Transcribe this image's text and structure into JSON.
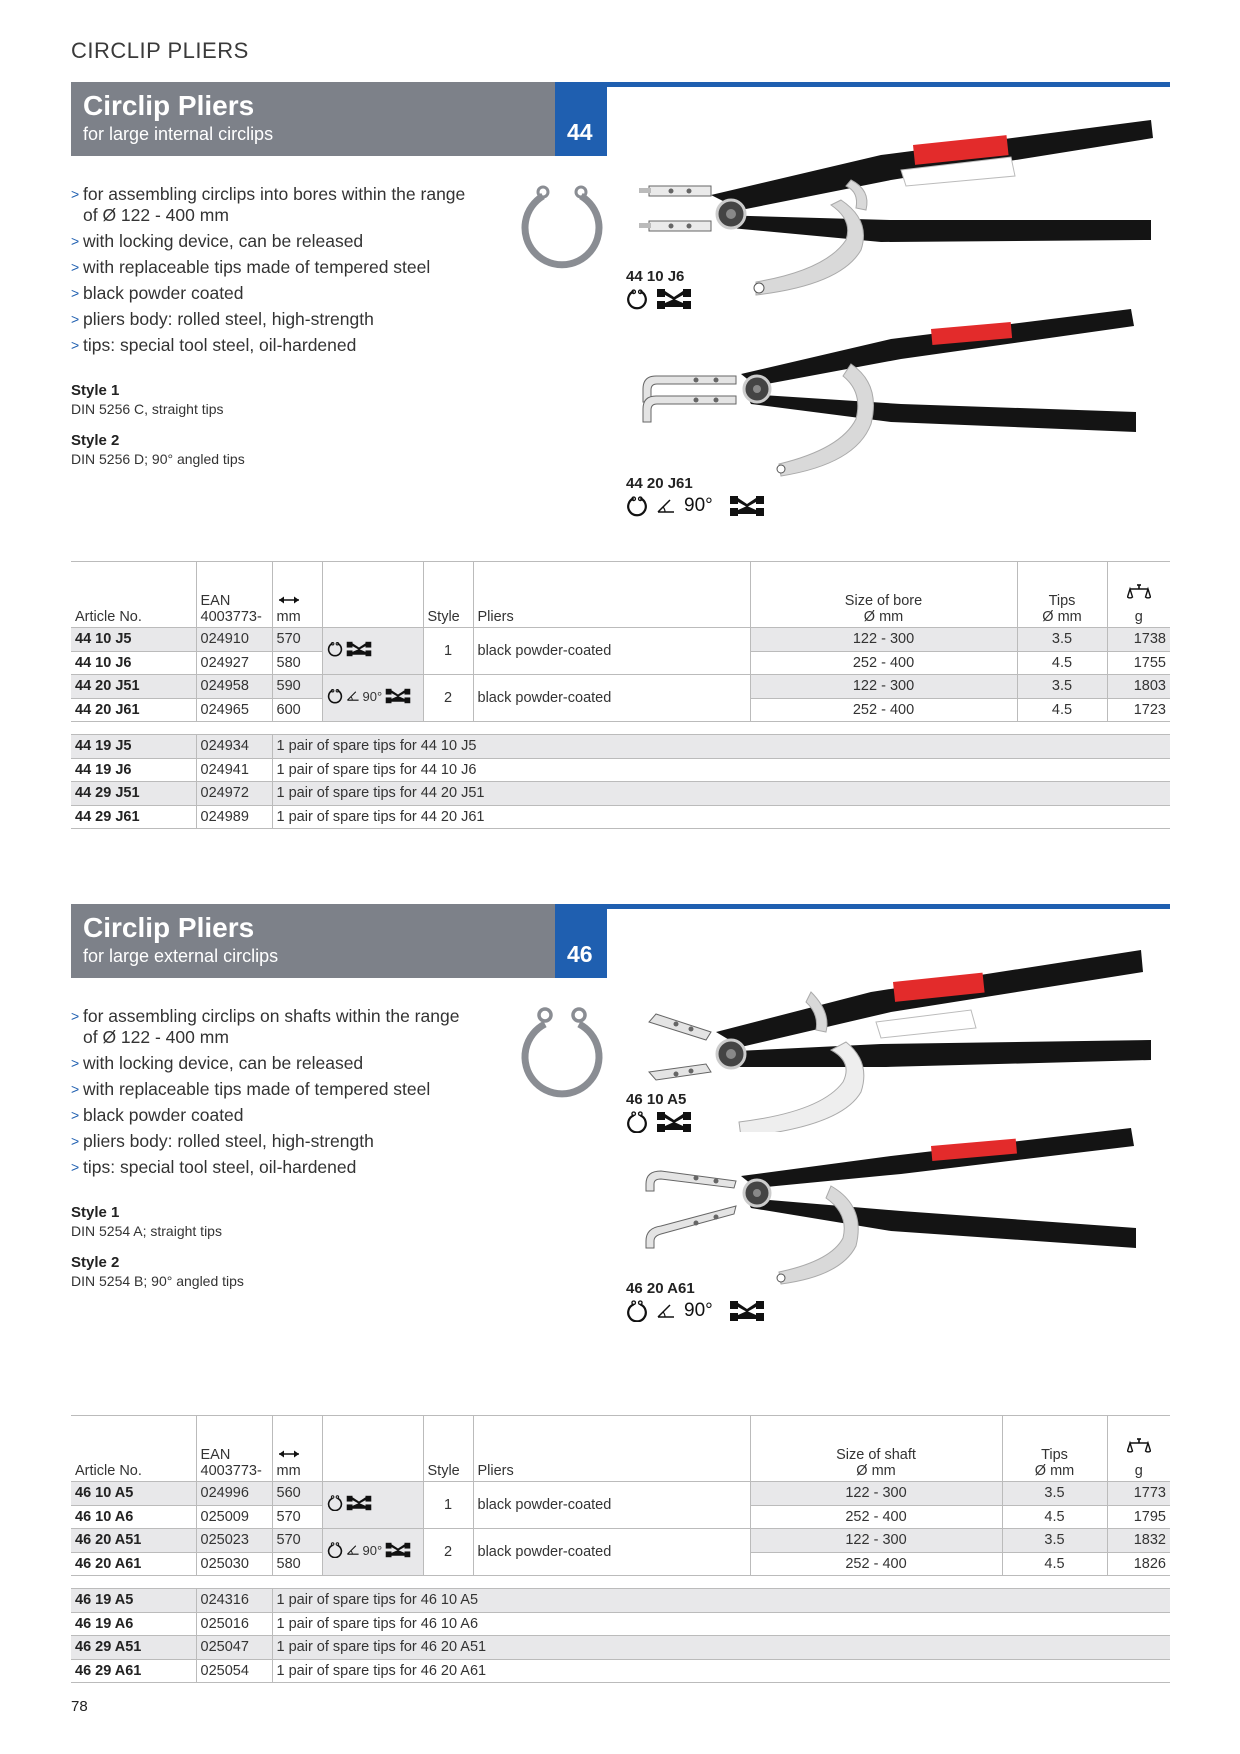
{
  "page": {
    "header": "CIRCLIP PLIERS",
    "number": "78"
  },
  "table_headers": {
    "article": "Article No.",
    "ean_line1": "EAN",
    "ean_line2": "4003773-",
    "length_unit": "mm",
    "style": "Style",
    "pliers": "Pliers",
    "tips_line1": "Tips",
    "tips_line2": "Ø mm",
    "weight_unit": "g"
  },
  "sections": [
    {
      "title": "Circlip Pliers",
      "subtitle": "for large internal circlips",
      "code": "44",
      "features": [
        "for assembling circlips into bores within the range of Ø 122 - 400 mm",
        "with locking device, can be released",
        "with replaceable tips made of tempered steel",
        "black powder coated",
        "pliers body: rolled steel, high-strength",
        "tips: special tool steel, oil-hardened"
      ],
      "style1_label": "Style 1",
      "style1_desc": "DIN 5256 C, straight tips",
      "style2_label": "Style 2",
      "style2_desc": "DIN 5256 D; 90° angled tips",
      "image1_label": "44 10 J6",
      "image2_label": "44 20 J61",
      "angle": "90°",
      "size_header_line1": "Size of bore",
      "size_header_line2": "Ø mm",
      "pliers_desc": "black powder-coated",
      "rows": [
        {
          "article": "44 10 J5",
          "ean": "024910",
          "mm": "570",
          "style": "1",
          "size": "122 - 300",
          "tips": "3.5",
          "g": "1738"
        },
        {
          "article": "44 10 J6",
          "ean": "024927",
          "mm": "580",
          "style": "1",
          "size": "252 - 400",
          "tips": "4.5",
          "g": "1755"
        },
        {
          "article": "44 20 J51",
          "ean": "024958",
          "mm": "590",
          "style": "2",
          "size": "122 - 300",
          "tips": "3.5",
          "g": "1803"
        },
        {
          "article": "44 20 J61",
          "ean": "024965",
          "mm": "600",
          "style": "2",
          "size": "252 - 400",
          "tips": "4.5",
          "g": "1723"
        }
      ],
      "spares": [
        {
          "article": "44 19 J5",
          "ean": "024934",
          "desc": "1 pair of spare tips for 44 10 J5"
        },
        {
          "article": "44 19 J6",
          "ean": "024941",
          "desc": "1 pair of spare tips for 44 10 J6"
        },
        {
          "article": "44 29 J51",
          "ean": "024972",
          "desc": "1 pair of spare tips for 44 20 J51"
        },
        {
          "article": "44 29 J61",
          "ean": "024989",
          "desc": "1 pair of spare tips for 44 20 J61"
        }
      ]
    },
    {
      "title": "Circlip Pliers",
      "subtitle": "for large external circlips",
      "code": "46",
      "features": [
        "for assembling circlips on shafts within the range of Ø 122 - 400 mm",
        "with locking device, can be released",
        "with replaceable tips made of tempered steel",
        "black powder coated",
        "pliers body: rolled steel, high-strength",
        "tips: special tool steel, oil-hardened"
      ],
      "style1_label": "Style 1",
      "style1_desc": "DIN 5254 A; straight tips",
      "style2_label": "Style 2",
      "style2_desc": "DIN 5254 B; 90° angled tips",
      "image1_label": "46 10 A5",
      "image2_label": "46 20 A61",
      "angle": "90°",
      "size_header_line1": "Size of shaft",
      "size_header_line2": "Ø mm",
      "pliers_desc": "black powder-coated",
      "rows": [
        {
          "article": "46 10 A5",
          "ean": "024996",
          "mm": "560",
          "style": "1",
          "size": "122 - 300",
          "tips": "3.5",
          "g": "1773"
        },
        {
          "article": "46 10 A6",
          "ean": "025009",
          "mm": "570",
          "style": "1",
          "size": "252 - 400",
          "tips": "4.5",
          "g": "1795"
        },
        {
          "article": "46 20 A51",
          "ean": "025023",
          "mm": "570",
          "style": "2",
          "size": "122 - 300",
          "tips": "3.5",
          "g": "1832"
        },
        {
          "article": "46 20 A61",
          "ean": "025030",
          "mm": "580",
          "style": "2",
          "size": "252 - 400",
          "tips": "4.5",
          "g": "1826"
        }
      ],
      "spares": [
        {
          "article": "46 19 A5",
          "ean": "024316",
          "desc": "1 pair of spare tips for 46 10 A5"
        },
        {
          "article": "46 19 A6",
          "ean": "025016",
          "desc": "1 pair of spare tips for 46 10 A6"
        },
        {
          "article": "46 29 A51",
          "ean": "025047",
          "desc": "1 pair of spare tips for 46 20 A51"
        },
        {
          "article": "46 29 A61",
          "ean": "025054",
          "desc": "1 pair of spare tips for 46 20 A61"
        }
      ]
    }
  ],
  "colors": {
    "title_bar": "#7d8189",
    "accent_blue": "#1f5fb0",
    "handle_red": "#e32b2b",
    "row_shade": "#e8e8ea"
  }
}
